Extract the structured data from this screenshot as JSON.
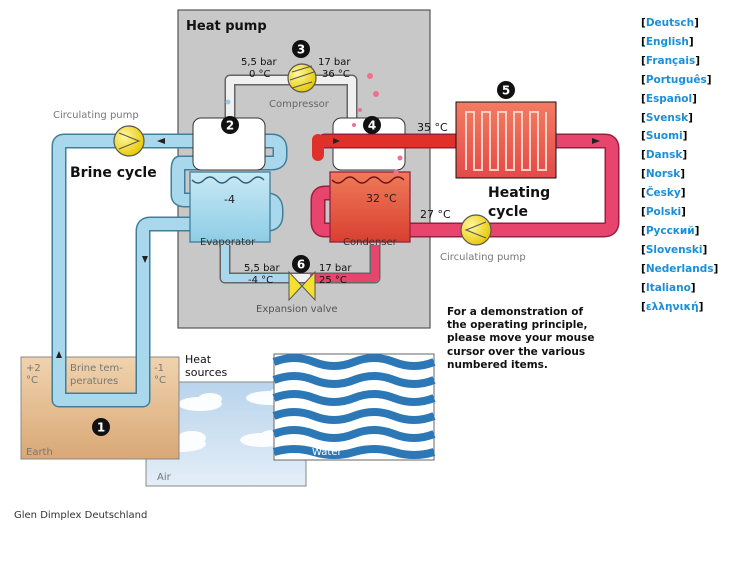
{
  "diagram": {
    "heat_pump_title": "Heat pump",
    "brine_cycle": "Brine cycle",
    "heating_cycle_line1": "Heating",
    "heating_cycle_line2": "cycle",
    "circulating_pump_left": "Circulating pump",
    "circulating_pump_right": "Circulating pump",
    "compressor": "Compressor",
    "evaporator": "Evaporator",
    "condenser": "Condenser",
    "expansion_valve": "Expansion valve",
    "compressor_in_pressure": "5,5 bar",
    "compressor_in_temp": "0 °C",
    "compressor_out_pressure": "17 bar",
    "compressor_out_temp": "36 °C",
    "valve_in_pressure": "17 bar",
    "valve_in_temp": "25 °C",
    "valve_out_pressure": "5,5 bar",
    "valve_out_temp": "-4 °C",
    "evaporator_temp": "-4",
    "condenser_temp": "32 °C",
    "heating_supply_temp": "35 °C",
    "heating_return_temp": "27 °C",
    "brine_temp_line1": "Brine tem-",
    "brine_temp_line2": "peratures",
    "brine_temp_left_value": "+2",
    "brine_temp_left_unit": "°C",
    "brine_temp_right_value": "-1",
    "brine_temp_right_unit": "°C",
    "heat_sources_line1": "Heat",
    "heat_sources_line2": "sources",
    "earth": "Earth",
    "air": "Air",
    "water": "Water",
    "numbers": [
      "1",
      "2",
      "3",
      "4",
      "5",
      "6"
    ]
  },
  "demo_text": [
    "For a demonstration of",
    "the operating principle,",
    "please move your mouse",
    "cursor over the various",
    "numbered items."
  ],
  "languages": [
    "Deutsch",
    "English",
    "Français",
    "Português",
    "Español",
    "Svensk",
    "Suomi",
    "Dansk",
    "Norsk",
    "Česky",
    "Polski",
    "Русский",
    "Slovenski",
    "Nederlands",
    "Italiano",
    "ελληνική"
  ],
  "credit": "Glen Dimplex Deutschland",
  "colors": {
    "brine_fill": "#a9d8ec",
    "brine_stroke": "#3f7f9a",
    "heating_fill": "#e8456e",
    "heating_stroke": "#9a1f3e",
    "panel_fill": "#c8c8c8",
    "earth_fill": "#e8c39a",
    "pump_fill": "#f5e030",
    "link": "#1a8fd8"
  }
}
